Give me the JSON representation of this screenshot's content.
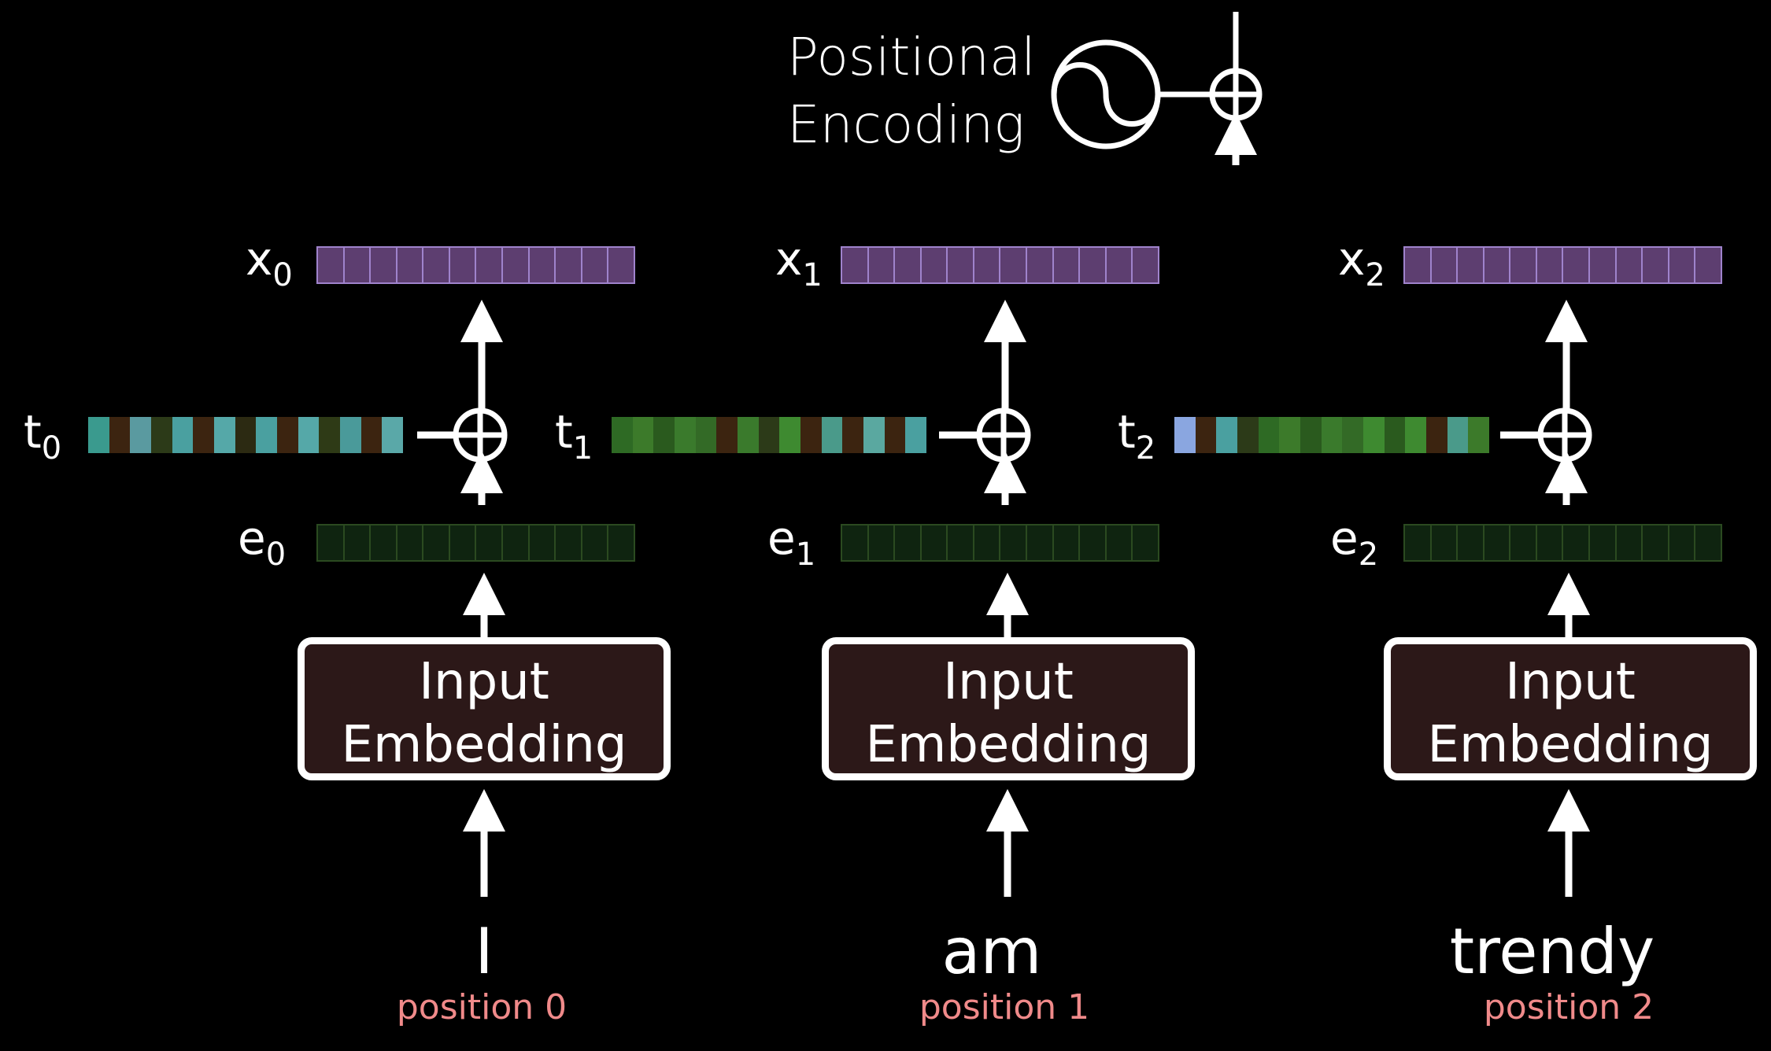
{
  "legend": {
    "line1": "Positional",
    "line2": "Encoding"
  },
  "columns": [
    {
      "word": "I",
      "position": "position 0",
      "box_line1": "Input",
      "box_line2": "Embedding",
      "e_label": "e",
      "e_sub": "0",
      "t_label": "t",
      "t_sub": "0",
      "x_label": "x",
      "x_sub": "0",
      "t_colors": [
        "#3a9a8e",
        "#3c2410",
        "#5a9aa0",
        "#2c3a18",
        "#4aa0a0",
        "#3c2410",
        "#55a8a8",
        "#2c2a12",
        "#4aa0a0",
        "#3c2410",
        "#55a8a8",
        "#2e3a16",
        "#4a9a9a",
        "#3c2410",
        "#5aa8a8"
      ]
    },
    {
      "word": "am",
      "position": "position 1",
      "box_line1": "Input",
      "box_line2": "Embedding",
      "e_label": "e",
      "e_sub": "1",
      "t_label": "t",
      "t_sub": "1",
      "x_label": "x",
      "x_sub": "1",
      "t_colors": [
        "#2e6a24",
        "#3c7a2a",
        "#2a5a1e",
        "#3a7a2c",
        "#336a26",
        "#3c2410",
        "#3a7a2c",
        "#2c3a18",
        "#3e8a30",
        "#3c2410",
        "#4a9a8a",
        "#3c2410",
        "#5aa8a0",
        "#3c2410",
        "#4aa0a0"
      ]
    },
    {
      "word": "trendy",
      "position": "position 2",
      "box_line1": "Input",
      "box_line2": "Embedding",
      "e_label": "e",
      "e_sub": "2",
      "t_label": "t",
      "t_sub": "2",
      "x_label": "x",
      "x_sub": "2",
      "t_colors": [
        "#8aa6e0",
        "#3c2410",
        "#4aa0a0",
        "#2c3a18",
        "#2e6a24",
        "#3c7a2a",
        "#2a5a1e",
        "#3a7a2c",
        "#336a26",
        "#3e8a30",
        "#2a5a1e",
        "#3e8a30",
        "#3c2410",
        "#4a9a8a",
        "#3c7a2a"
      ]
    }
  ],
  "colors": {
    "x_fill": "#5d3e70",
    "x_border": "#9f83cc",
    "e_fill": "#0f2410",
    "e_border": "#2b4a20",
    "box_fill": "#2c1818",
    "position_text": "#f08a8a"
  }
}
